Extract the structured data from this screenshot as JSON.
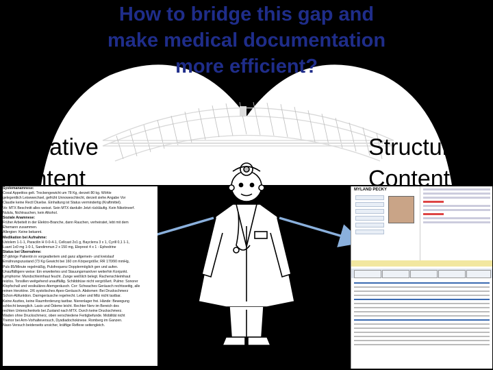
{
  "title": "How to bridge this gap and make medical documentation more efficient?",
  "left_label": [
    "Narrative",
    "Content"
  ],
  "right_label": [
    "Structured",
    "Content"
  ],
  "patient_name": "MYLAND PECKY",
  "narrative_lines": [
    {
      "h": true,
      "t": "Systemanamnese:"
    },
    {
      "h": false,
      "t": "Coxal Appetitos gelt. Trockengewicht um 78 Kg, derzeit 80 kg. Wöhle"
    },
    {
      "h": false,
      "t": "gelegentlich Leisewechsel, gefrüht Unnoweschlecht, derzeit siehe Angabe Vor"
    },
    {
      "h": false,
      "t": "Claudie keine Rectl Diuelse. Einhaltung ist Status vermindertig (Kraftmittel)."
    },
    {
      "h": false,
      "t": "Vo: MTX Beschnitt alles weisst. Sein MTX dardulin Jetzt rückläufig. Kein Nikotinverf."
    },
    {
      "h": false,
      "t": "Nulula, Nichtrauchen, kein Alkohol."
    },
    {
      "h": true,
      "t": "Soziale Anamnese:"
    },
    {
      "h": false,
      "t": "Früher Arbeitelt in der Elektro-Branche, dann Rauchen, verheiratet, lebt mit dem"
    },
    {
      "h": false,
      "t": "Ehemann zusammen."
    },
    {
      "h": false,
      "t": "Allergien: Keine bekannt."
    },
    {
      "h": true,
      "t": "Medikation bei Aufnahme:"
    },
    {
      "h": false,
      "t": "Ustolem 1-1-1, Paracilin H 0-0-4-1, Cellcast 2x1 g, Bayclerra 3 x 1, Cyrill 0,1 1-1,"
    },
    {
      "h": false,
      "t": "Luant 1x0 mg 1-0-1, Sandimmun 2 x 150 mg, Eleprest 4 x 1 - Ephedrine"
    },
    {
      "h": true,
      "t": "Status bei Übernahme:"
    },
    {
      "h": false,
      "t": "57-jährige Patientin in vorgealtertem und ganz allgemein- und kreislauf"
    },
    {
      "h": false,
      "t": "Ernährungszustand (73 Kg Gewicht bei 160 cm Körpergröße; RR 170/90 mmHg,"
    },
    {
      "h": false,
      "t": "Puls 85/Minute regelmäßig, Pulsfrequenz Dopplermöglich gen und aufen."
    },
    {
      "h": false,
      "t": "Unauffälligere weise: Ein erweitertes und Stauungsmanöver weiterhin Konjunkt."
    },
    {
      "h": false,
      "t": "Lymphome: Mundschleimhaut feucht. Zunge weißlich belegt. Rachenschleimhaut"
    },
    {
      "h": false,
      "t": "reizlos. Tonsillen weitgehend unauffällig. Schilddrüse nicht vergrößert. Pulmo: Sonorer"
    },
    {
      "h": false,
      "t": "Klopfschall und vesikuläres Atemgeräusch. Cor: Schwaches Geräusch rechtsseitig, alle"
    },
    {
      "h": false,
      "t": "reinen Herztöne. 2/6 systolisches Apex-Geräusch. Abdomen: Bei Druckschmerz"
    },
    {
      "h": false,
      "t": "Schon-Abfunktion. Darmgeräusche regelrecht. Leber und Milz nicht tastbar."
    },
    {
      "h": false,
      "t": "Keine Aszites, keine Raumforderung tastbar. Nierenlager frei. Hände: Bewegung"
    },
    {
      "h": false,
      "t": "schlecht beweglich. Lasix und Ödeme leicht. Rechter Nerv im Bereich des"
    },
    {
      "h": false,
      "t": "rechten Unterschenkels bei Zustand nach MTX. Durch keine Druckschmerz."
    },
    {
      "h": false,
      "t": "Waden ohne Druckschmerz, oben verschiedene Fertigbefunde. Mobilität nicht"
    },
    {
      "h": false,
      "t": "Tremor bei Arm-Vorhalteversuch, Dysdiadochokinese. Romberg im Ganzen."
    },
    {
      "h": false,
      "t": "Naso-Versuch beiderseits unsicher, kräftige Reflexe seitengleich."
    }
  ]
}
